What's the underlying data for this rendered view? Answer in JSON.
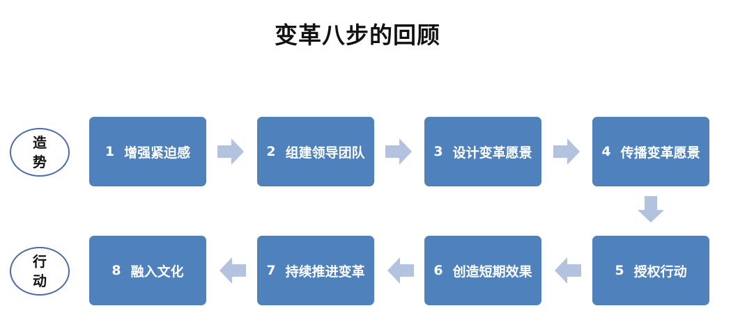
{
  "title": "变革八步的回顾",
  "side_labels": {
    "top": [
      "造",
      "势"
    ],
    "bottom": [
      "行",
      "动"
    ]
  },
  "steps": [
    {
      "num": "1",
      "label": "增强紧迫感"
    },
    {
      "num": "2",
      "label": "组建领导团队"
    },
    {
      "num": "3",
      "label": "设计变革愿景"
    },
    {
      "num": "4",
      "label": "传播变革愿景"
    },
    {
      "num": "5",
      "label": "授权行动"
    },
    {
      "num": "6",
      "label": "创造短期效果"
    },
    {
      "num": "7",
      "label": "持续推进变革"
    },
    {
      "num": "8",
      "label": "融入文化"
    }
  ],
  "colors": {
    "box": "#4f81bd",
    "arrow": "#b3c3df",
    "circle_border": "#4a6aa8"
  }
}
